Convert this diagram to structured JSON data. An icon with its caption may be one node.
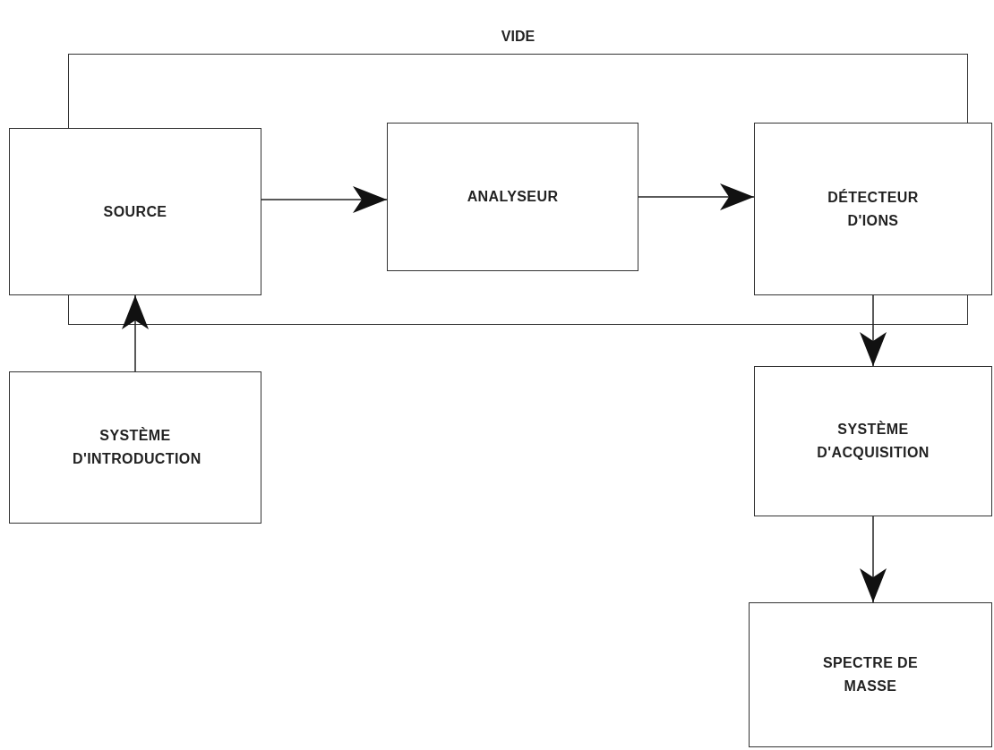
{
  "diagram": {
    "nodes": [
      {
        "text": [
          "VIDE"
        ]
      },
      {
        "text": [
          "SOURCE"
        ]
      },
      {
        "text": [
          "ANALYSEUR"
        ],
        "in": 0
      },
      {
        "text": [
          "DÉTECTEUR D'IONS"
        ]
      },
      {
        "text": [
          "SYSTÈME D'INTRODUCTION"
        ]
      },
      {
        "text": [
          "SYSTÈME D'ACQUISITION"
        ]
      },
      {
        "text": [
          "SPECTRE DE MASSE"
        ]
      }
    ],
    "edges": [
      {
        "from": 1,
        "to": 2,
        "arrow": "to"
      },
      {
        "from": 2,
        "to": 3,
        "arrow": "to"
      },
      {
        "from": 4,
        "to": 1,
        "arrow": "to"
      },
      {
        "from": 3,
        "to": 5,
        "arrow": "to"
      },
      {
        "from": 5,
        "to": 6,
        "arrow": "to"
      }
    ]
  }
}
